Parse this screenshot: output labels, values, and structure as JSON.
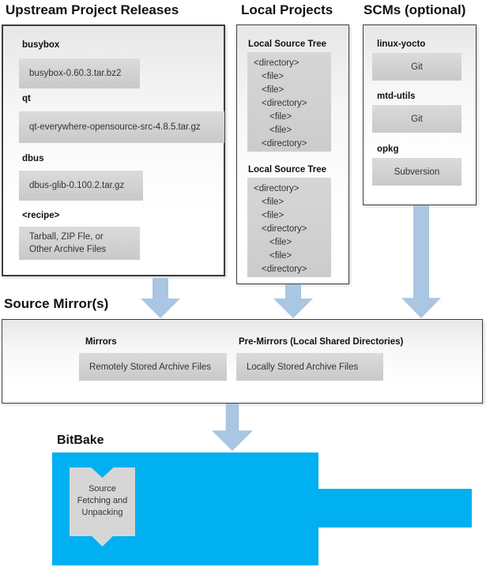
{
  "colors": {
    "bitbake_blue": "#00b0f0",
    "arrow_blue": "#a9c6e2",
    "panel_border": "#3d3d3d",
    "box_gray": "#d0d0d0"
  },
  "upstream": {
    "title": "Upstream Project Releases",
    "items": [
      {
        "label": "busybox",
        "value": "busybox-0.60.3.tar.bz2"
      },
      {
        "label": "qt",
        "value": "qt-everywhere-opensource-src-4.8.5.tar.gz"
      },
      {
        "label": "dbus",
        "value": "dbus-glib-0.100.2.tar.gz"
      },
      {
        "label": "<recipe>",
        "value": "Tarball, ZIP Fle, or\nOther Archive Files"
      }
    ]
  },
  "local_projects": {
    "title": "Local Projects",
    "tree_label": "Local Source Tree",
    "tree_lines": [
      {
        "text": "<directory>",
        "indent": 0
      },
      {
        "text": "<file>",
        "indent": 1
      },
      {
        "text": "<file>",
        "indent": 1
      },
      {
        "text": "<directory>",
        "indent": 1
      },
      {
        "text": "<file>",
        "indent": 2
      },
      {
        "text": "<file>",
        "indent": 2
      },
      {
        "text": "<directory>",
        "indent": 1
      }
    ]
  },
  "scms": {
    "title": "SCMs (optional)",
    "items": [
      {
        "label": "linux-yocto",
        "value": "Git"
      },
      {
        "label": "mtd-utils",
        "value": "Git"
      },
      {
        "label": "opkg",
        "value": "Subversion"
      }
    ]
  },
  "source_mirrors": {
    "title": "Source Mirror(s)",
    "mirrors_label": "Mirrors",
    "mirrors_value": "Remotely Stored Archive Files",
    "premirrors_label": "Pre-Mirrors (Local Shared Directories)",
    "premirrors_value": "Locally Stored Archive Files"
  },
  "bitbake": {
    "title": "BitBake",
    "process": "Source Fetching and Unpacking"
  }
}
